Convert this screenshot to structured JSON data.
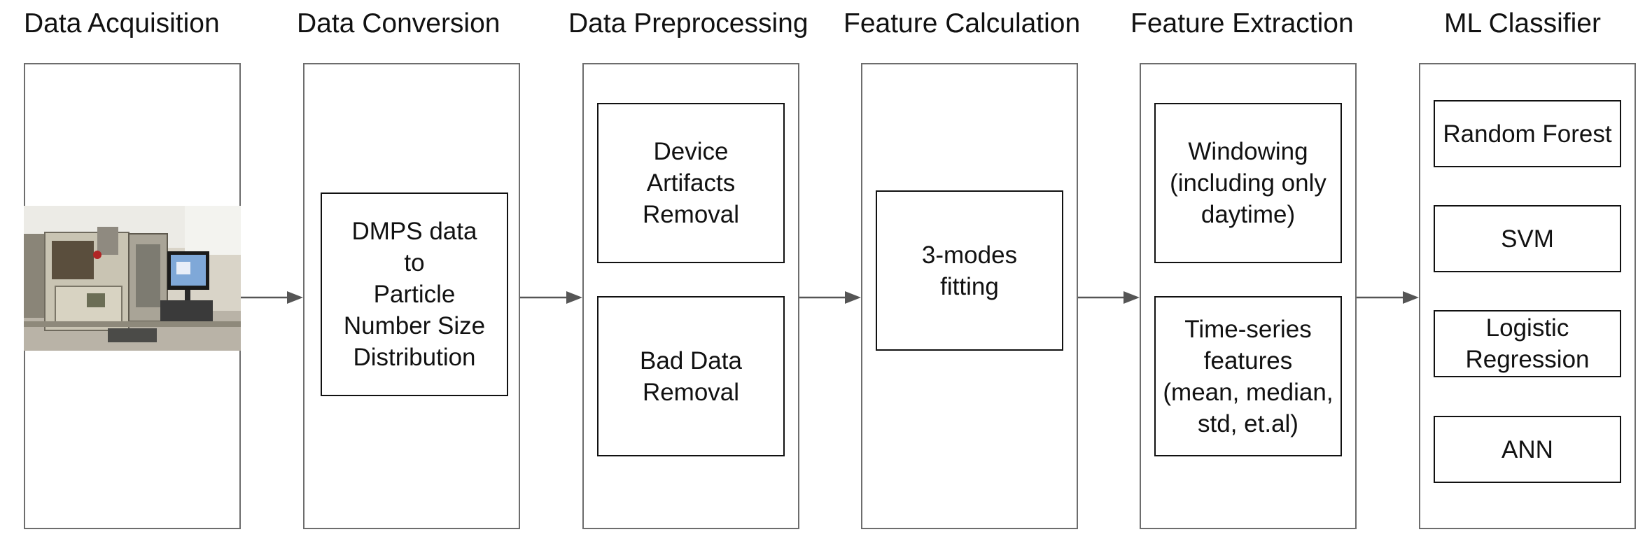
{
  "stages": [
    {
      "title": "Data Acquisition",
      "boxes": []
    },
    {
      "title": "Data Conversion",
      "boxes": [
        "DMPS data\nto\nParticle\nNumber Size\nDistribution"
      ]
    },
    {
      "title": "Data Preprocessing",
      "boxes": [
        "Device\nArtifacts\nRemoval",
        "Bad Data\nRemoval"
      ]
    },
    {
      "title": "Feature Calculation",
      "boxes": [
        "3-modes\nfitting"
      ]
    },
    {
      "title": "Feature Extraction",
      "boxes": [
        "Windowing\n(including only\ndaytime)",
        "Time-series\nfeatures\n(mean, median,\nstd, et.al)"
      ]
    },
    {
      "title": "ML Classifier",
      "boxes": [
        "Random Forest",
        "SVM",
        "Logistic\nRegression",
        "ANN"
      ]
    }
  ],
  "colors": {
    "panel_border": "#6d6d6d",
    "box_border": "#111111",
    "arrow": "#555555"
  },
  "photo_icon": "lab-instrument-photo"
}
